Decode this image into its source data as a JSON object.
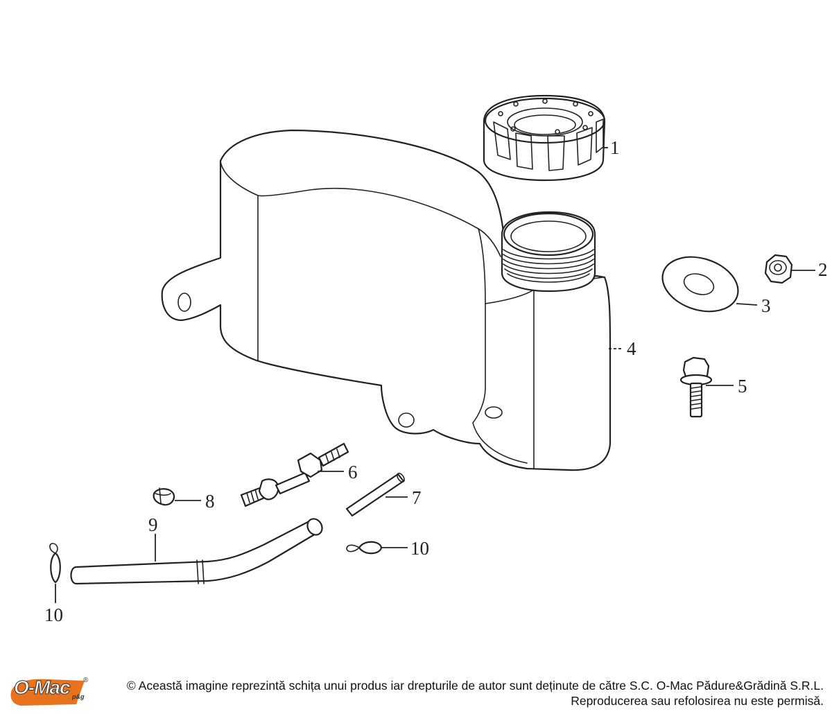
{
  "parts": {
    "p1": "1",
    "p2": "2",
    "p3": "3",
    "p4": "4",
    "p5": "5",
    "p6": "6",
    "p7": "7",
    "p8": "8",
    "p9": "9",
    "p10a": "10",
    "p10b": "10"
  },
  "footer": {
    "logo_text": "O-Mac",
    "logo_sub": "p&g",
    "logo_reg": "®",
    "copyright_line1": "© Această imagine reprezintă schița unui produs iar drepturile de autor sunt deținute de către S.C. O-Mac Pădure&Grădină S.R.L.",
    "copyright_line2": "Reproducerea sau refolosirea nu este permisă."
  },
  "colors": {
    "logo_orange": "#e8731e",
    "line": "#222222"
  }
}
